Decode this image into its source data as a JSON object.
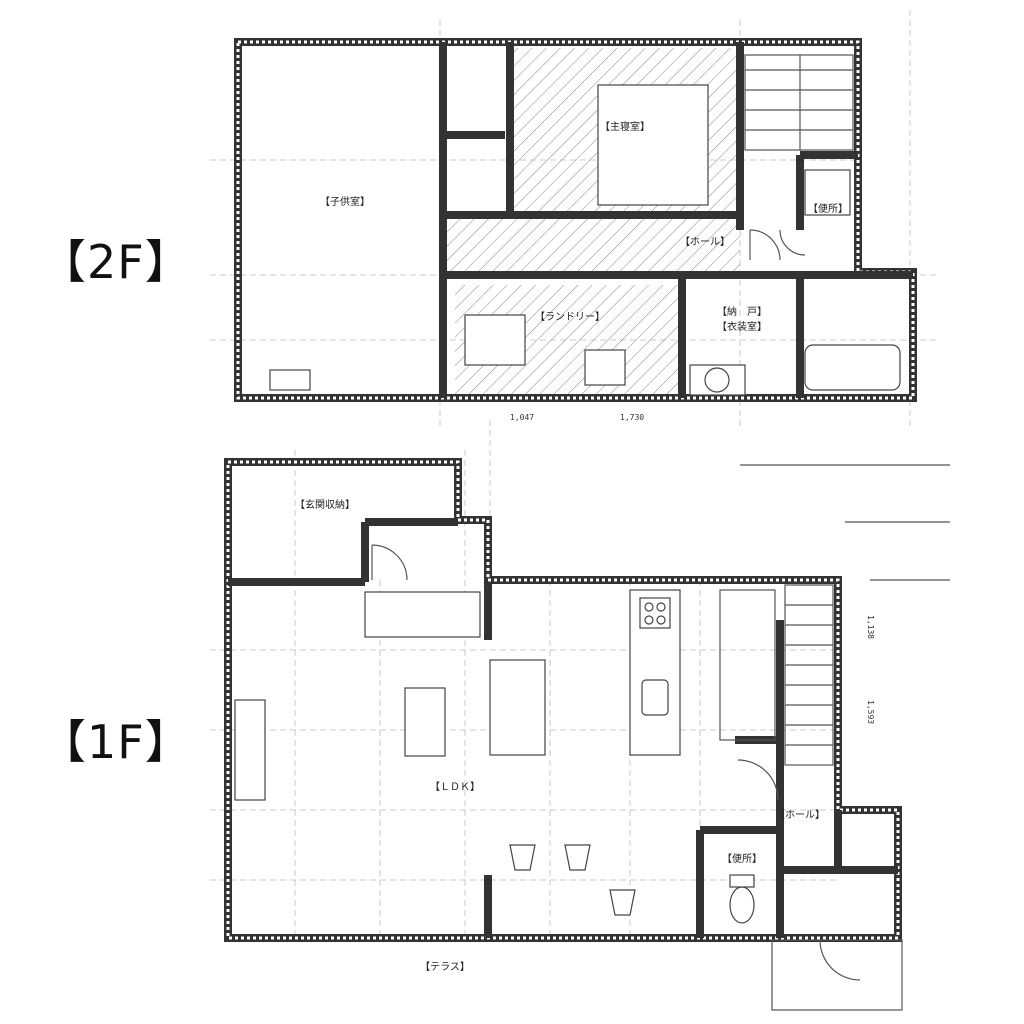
{
  "floors": {
    "second": {
      "label": "【2F】",
      "rooms": {
        "kids_room": "【子供室】",
        "bedroom": "【主寝室】",
        "hall": "【ホール】",
        "laundry": "【ランドリー】",
        "closet": "【納　戸】",
        "wardrobe": "【衣装室】",
        "toilet": "【便所】"
      },
      "dimensions": [
        "1,047",
        "1,730"
      ]
    },
    "first": {
      "label": "【1F】",
      "rooms": {
        "entrance_storage": "【玄関収納】",
        "ldk": "【ＬＤＫ】",
        "hall": "【ホール】",
        "toilet": "【便所】",
        "terrace": "【テラス】"
      },
      "dimensions": [
        "1,138",
        "1,593"
      ]
    }
  },
  "colors": {
    "wall": "#333333",
    "line": "#555555",
    "background": "#ffffff"
  }
}
